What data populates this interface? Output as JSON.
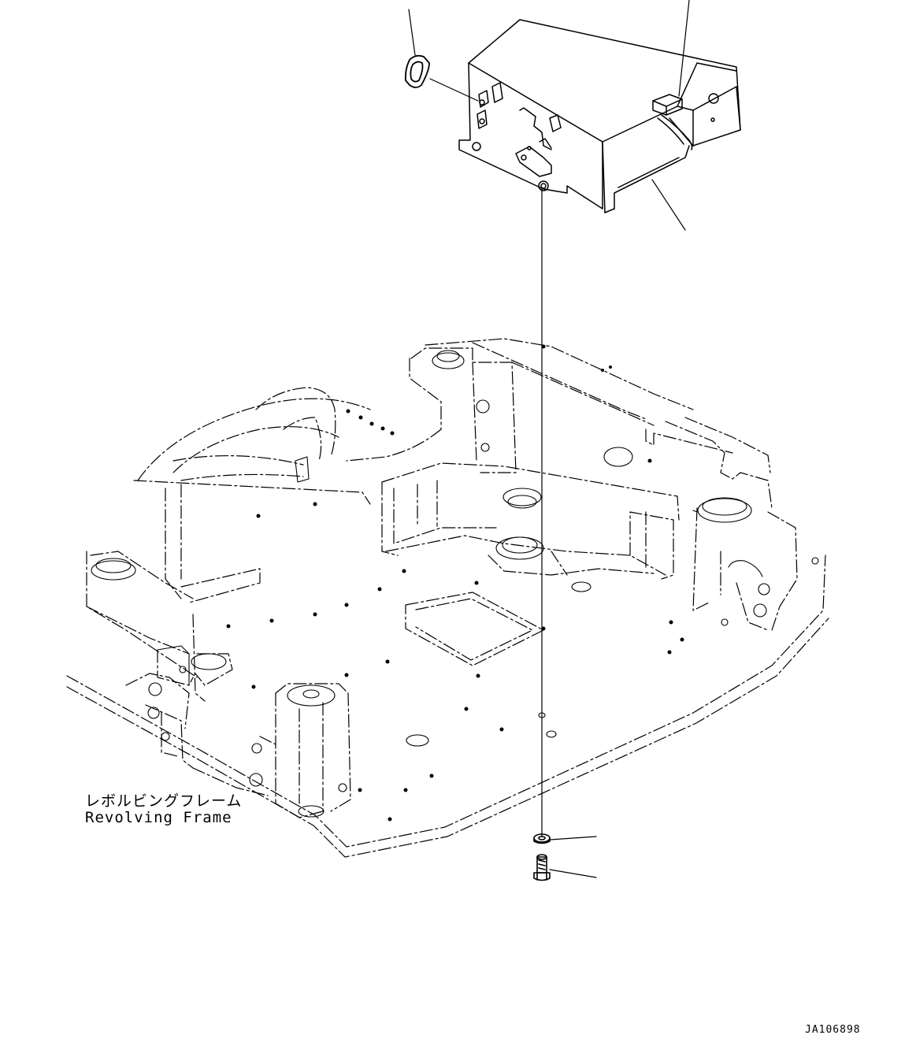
{
  "diagram": {
    "frame_label_jp": "レボルビングフレーム",
    "frame_label_en": "Revolving Frame",
    "drawing_code": "JA106898"
  },
  "colors": {
    "line": "#000000",
    "background": "#ffffff"
  }
}
